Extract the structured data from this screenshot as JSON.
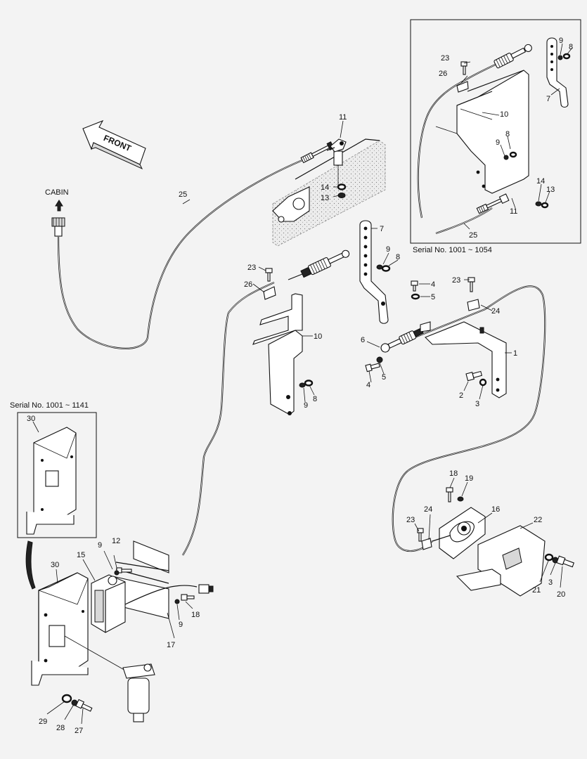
{
  "front_label": "FRONT",
  "cabin_label": "CABIN",
  "serial_notes": {
    "upper_right": "Serial No. 1001 ~ 1054",
    "left": "Serial No. 1001 ~ 1141"
  },
  "callouts": {
    "c1": "1",
    "c2": "2",
    "c3": "3",
    "c3b": "3",
    "c4": "4",
    "c4b": "4",
    "c5": "5",
    "c5b": "5",
    "c6": "6",
    "c7": "7",
    "c7i": "7",
    "c8": "8",
    "c8b": "8",
    "c8i": "8",
    "c8j": "8",
    "c9": "9",
    "c9b": "9",
    "c9c": "9",
    "c9d": "9",
    "c9i": "9",
    "c9j": "9",
    "c10": "10",
    "c10i": "10",
    "c11": "11",
    "c11i": "11",
    "c12": "12",
    "c13": "13",
    "c13i": "13",
    "c14": "14",
    "c14i": "14",
    "c15": "15",
    "c16": "16",
    "c17": "17",
    "c18": "18",
    "c18b": "18",
    "c19": "19",
    "c20": "20",
    "c21": "21",
    "c22": "22",
    "c23": "23",
    "c23b": "23",
    "c23c": "23",
    "c23i": "23",
    "c24": "24",
    "c24b": "24",
    "c25": "25",
    "c25i": "25",
    "c26": "26",
    "c26i": "26",
    "c27": "27",
    "c28": "28",
    "c29": "29",
    "c30": "30",
    "c30i": "30"
  }
}
